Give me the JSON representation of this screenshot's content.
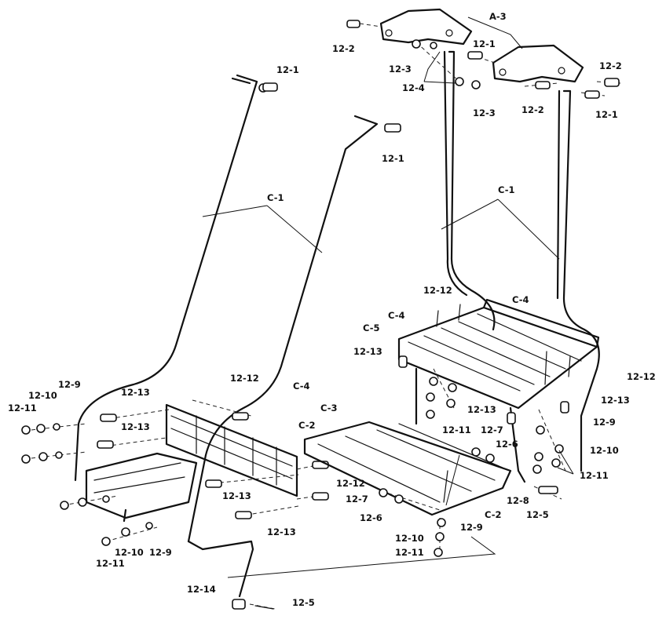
{
  "labels": {
    "a3": "A-3",
    "c1": "C-1",
    "c2": "C-2",
    "c3": "C-3",
    "c4": "C-4",
    "c5": "C-5",
    "p12_1": "12-1",
    "p12_2": "12-2",
    "p12_3": "12-3",
    "p12_4": "12-4",
    "p12_5": "12-5",
    "p12_6": "12-6",
    "p12_7": "12-7",
    "p12_8": "12-8",
    "p12_9": "12-9",
    "p12_10": "12-10",
    "p12_11": "12-11",
    "p12_12": "12-12",
    "p12_13": "12-13",
    "p12_14": "12-14"
  }
}
